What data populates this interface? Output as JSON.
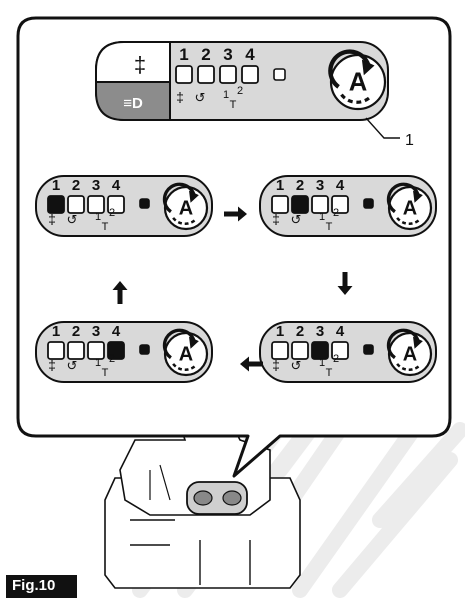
{
  "figure": {
    "label": "Fig.10",
    "callout_number": "1",
    "mode_button_glyph": "A",
    "light_icon_glyph": "≡D",
    "mode_numbers": [
      "1",
      "2",
      "3",
      "4"
    ],
    "torque_marks": [
      "1",
      "2"
    ],
    "torque_letter": "T"
  },
  "sequence": [
    {
      "name": "panel-mode-1",
      "active_mode": 1
    },
    {
      "name": "panel-mode-2",
      "active_mode": 2
    },
    {
      "name": "panel-mode-3",
      "active_mode": 3
    },
    {
      "name": "panel-mode-4",
      "active_mode": 4
    }
  ],
  "arrows": [
    {
      "name": "arrow-right",
      "direction": "right"
    },
    {
      "name": "arrow-down",
      "direction": "down"
    },
    {
      "name": "arrow-left",
      "direction": "left"
    },
    {
      "name": "arrow-up",
      "direction": "up"
    }
  ],
  "icons": [
    "drill-mode-icon",
    "light-icon",
    "screw-mode-icon",
    "bolt-mode-icon",
    "torque-icon",
    "mode-button-icon",
    "battery-icon",
    "tool-body-icon"
  ],
  "colors": {
    "ink": "#111111",
    "panel_fill": "#d9d9d9",
    "panel_dark": "#8c8c8c",
    "frame": "#ffffff",
    "watermark": "#ececec"
  }
}
